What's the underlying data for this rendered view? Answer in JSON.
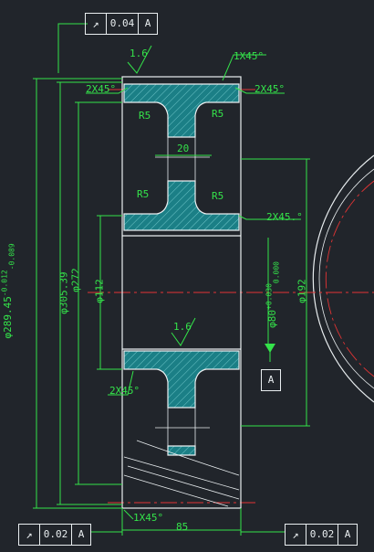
{
  "gdt": {
    "top": {
      "symbol": "↗",
      "value": "0.04",
      "datum": "A"
    },
    "bottom_left": {
      "symbol": "↗",
      "value": "0.02",
      "datum": "A"
    },
    "bottom_right": {
      "symbol": "↗",
      "value": "0.02",
      "datum": "A"
    }
  },
  "datum_label": "A",
  "roughness": {
    "top": "1.6",
    "middle": "1.6"
  },
  "chamfers": {
    "top_right_1": "1X45°",
    "top_left": "2X45°",
    "top_right_2": "2X45°",
    "mid_right": "2X45.°",
    "lower_left": "2X45°",
    "bottom": "1X45°"
  },
  "radii": {
    "r1": "R5",
    "r2": "R5",
    "r3": "R5",
    "r4": "R5"
  },
  "dims": {
    "web": "20",
    "outer_dia": "φ289.45",
    "outer_tol_upper": "-0.012",
    "outer_tol_lower": "-0.089",
    "tip_dia": "φ305.39",
    "rim_dia": "φ272",
    "hub_dia": "φ112",
    "bore_dia": "φ80",
    "bore_tol_upper": "+0.030",
    "bore_tol_lower": "0.000",
    "hub_outer": "φ192",
    "width": "85"
  },
  "colors": {
    "background": "#21252b",
    "dimension": "#34e34a",
    "outline": "#e9eef0",
    "centerline": "#e33434",
    "hatch_fill": "#1b7f86"
  }
}
